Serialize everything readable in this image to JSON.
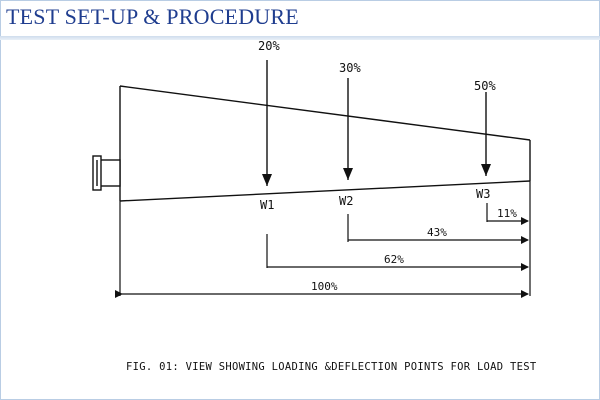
{
  "header": {
    "title": "TEST SET-UP & PROCEDURE"
  },
  "loads": [
    {
      "percent": "20%"
    },
    {
      "percent": "30%"
    },
    {
      "percent": "50%"
    }
  ],
  "points": [
    {
      "label": "W1"
    },
    {
      "label": "W2"
    },
    {
      "label": "W3"
    }
  ],
  "dimensions": [
    {
      "label": "11%"
    },
    {
      "label": "43%"
    },
    {
      "label": "62%"
    },
    {
      "label": "100%"
    }
  ],
  "caption": "FIG. 01: VIEW SHOWING LOADING &DEFLECTION POINTS FOR LOAD TEST"
}
